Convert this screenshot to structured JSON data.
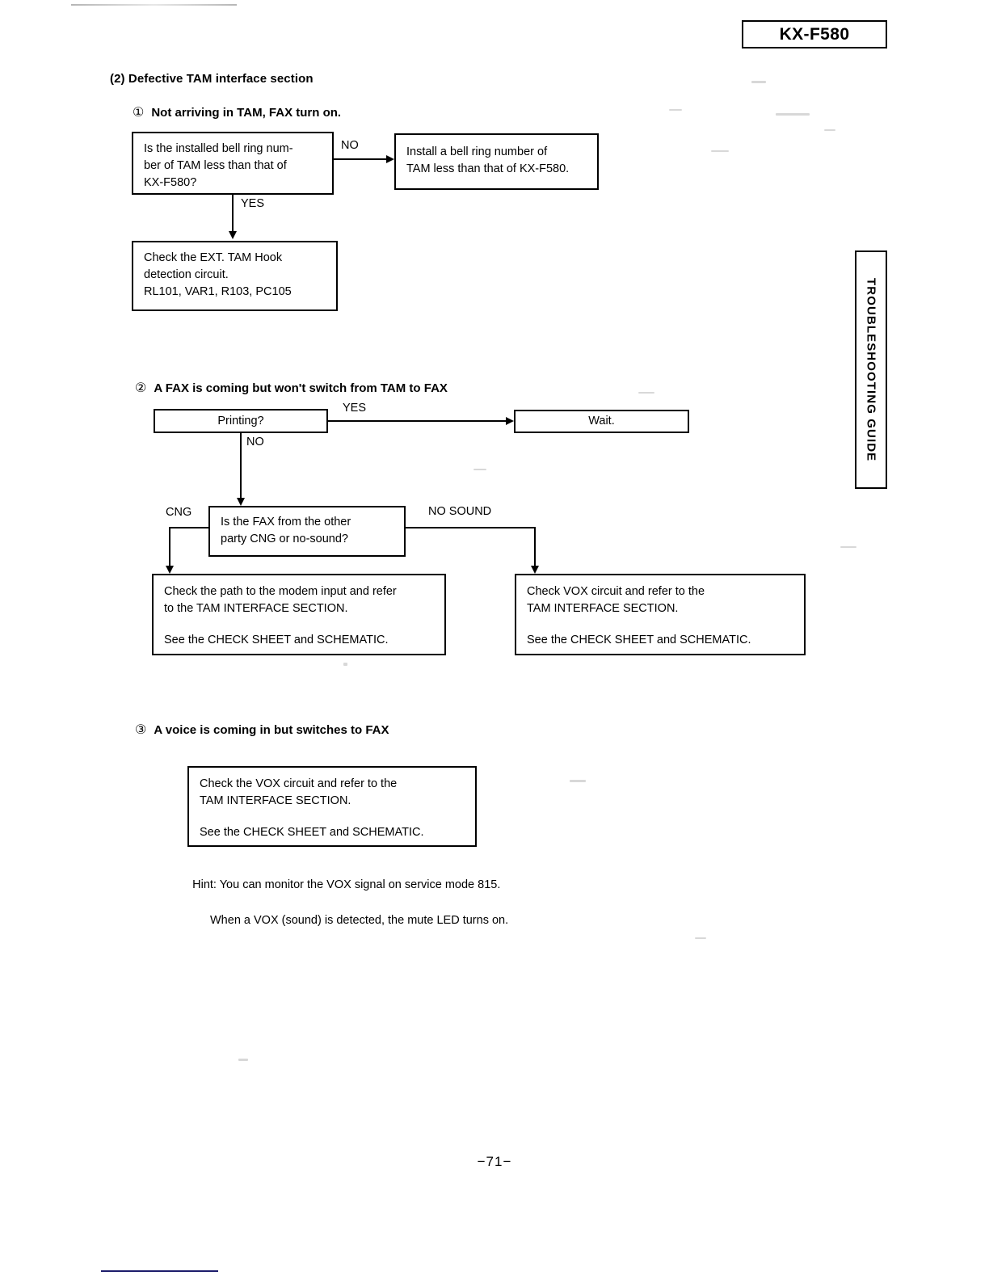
{
  "header": {
    "model": "KX-F580"
  },
  "side_tab": {
    "label": "TROUBLESHOOTING GUIDE"
  },
  "section": {
    "title": "(2) Defective TAM interface section"
  },
  "sub1": {
    "marker": "①",
    "title": "Not arriving in TAM, FAX turn on.",
    "decision": "Is the installed bell ring num-\nber of TAM less than that of\nKX-F580?",
    "no_label": "NO",
    "yes_label": "YES",
    "no_result": "Install a bell ring number of\nTAM less than that of KX-F580.",
    "yes_result": "Check the EXT. TAM Hook\ndetection circuit.\nRL101, VAR1, R103, PC105"
  },
  "sub2": {
    "marker": "②",
    "title": "A FAX is coming but won't switch from TAM to FAX",
    "printing": "Printing?",
    "yes_label": "YES",
    "no_label": "NO",
    "wait": "Wait.",
    "decision": "Is the FAX from the other\nparty CNG or no-sound?",
    "cng_label": "CNG",
    "nosound_label": "NO SOUND",
    "cng_result_line1": "Check the path to the modem input and refer",
    "cng_result_line2": "to the TAM INTERFACE SECTION.",
    "cng_result_line3": "See the CHECK SHEET and SCHEMATIC.",
    "nosound_result_line1": "Check VOX circuit and refer to the",
    "nosound_result_line2": "TAM INTERFACE SECTION.",
    "nosound_result_line3": "See the CHECK SHEET and SCHEMATIC."
  },
  "sub3": {
    "marker": "③",
    "title": "A voice is coming in but switches to FAX",
    "result_line1": "Check the VOX circuit and refer to the",
    "result_line2": "TAM INTERFACE SECTION.",
    "result_line3": "See the CHECK SHEET and SCHEMATIC.",
    "hint_line1": "Hint: You can monitor the VOX signal on service mode 815.",
    "hint_line2": "When a VOX (sound) is detected, the mute LED turns on."
  },
  "footer": {
    "page_number": "−71−"
  }
}
